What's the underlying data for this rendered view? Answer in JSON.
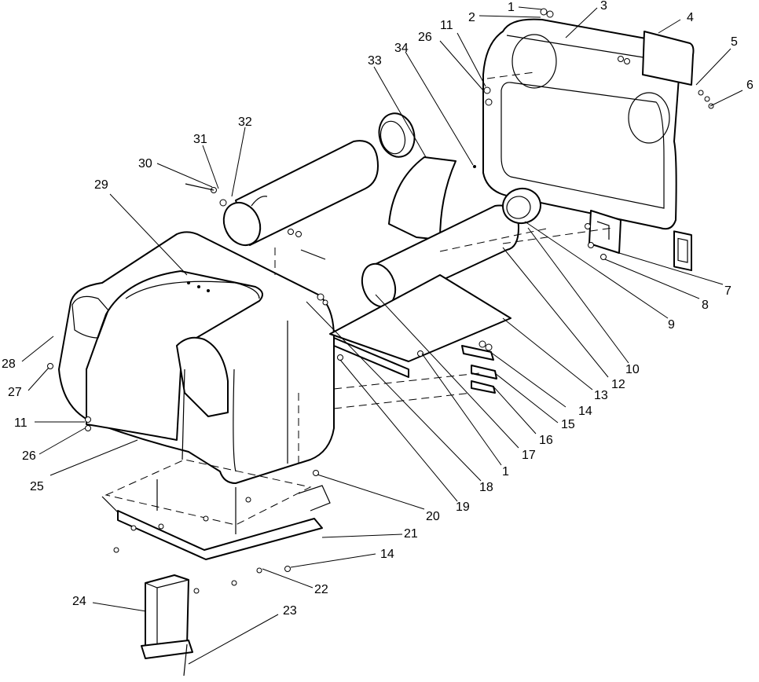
{
  "callouts": [
    {
      "id": "c1a",
      "text": "1"
    },
    {
      "id": "c2",
      "text": "2"
    },
    {
      "id": "c3",
      "text": "3"
    },
    {
      "id": "c4",
      "text": "4"
    },
    {
      "id": "c5",
      "text": "5"
    },
    {
      "id": "c6",
      "text": "6"
    },
    {
      "id": "c7",
      "text": "7"
    },
    {
      "id": "c8",
      "text": "8"
    },
    {
      "id": "c9",
      "text": "9"
    },
    {
      "id": "c10",
      "text": "10"
    },
    {
      "id": "c11a",
      "text": "11"
    },
    {
      "id": "c11b",
      "text": "11"
    },
    {
      "id": "c12",
      "text": "12"
    },
    {
      "id": "c13",
      "text": "13"
    },
    {
      "id": "c14a",
      "text": "14"
    },
    {
      "id": "c14b",
      "text": "14"
    },
    {
      "id": "c15",
      "text": "15"
    },
    {
      "id": "c16",
      "text": "16"
    },
    {
      "id": "c17",
      "text": "17"
    },
    {
      "id": "c18",
      "text": "18"
    },
    {
      "id": "c19",
      "text": "19"
    },
    {
      "id": "c1b",
      "text": "1"
    },
    {
      "id": "c20",
      "text": "20"
    },
    {
      "id": "c21",
      "text": "21"
    },
    {
      "id": "c22",
      "text": "22"
    },
    {
      "id": "c23",
      "text": "23"
    },
    {
      "id": "c24",
      "text": "24"
    },
    {
      "id": "c25",
      "text": "25"
    },
    {
      "id": "c26a",
      "text": "26"
    },
    {
      "id": "c26b",
      "text": "26"
    },
    {
      "id": "c27",
      "text": "27"
    },
    {
      "id": "c28",
      "text": "28"
    },
    {
      "id": "c29",
      "text": "29"
    },
    {
      "id": "c30",
      "text": "30"
    },
    {
      "id": "c31",
      "text": "31"
    },
    {
      "id": "c32",
      "text": "32"
    },
    {
      "id": "c33",
      "text": "33"
    },
    {
      "id": "c34",
      "text": "34"
    }
  ]
}
